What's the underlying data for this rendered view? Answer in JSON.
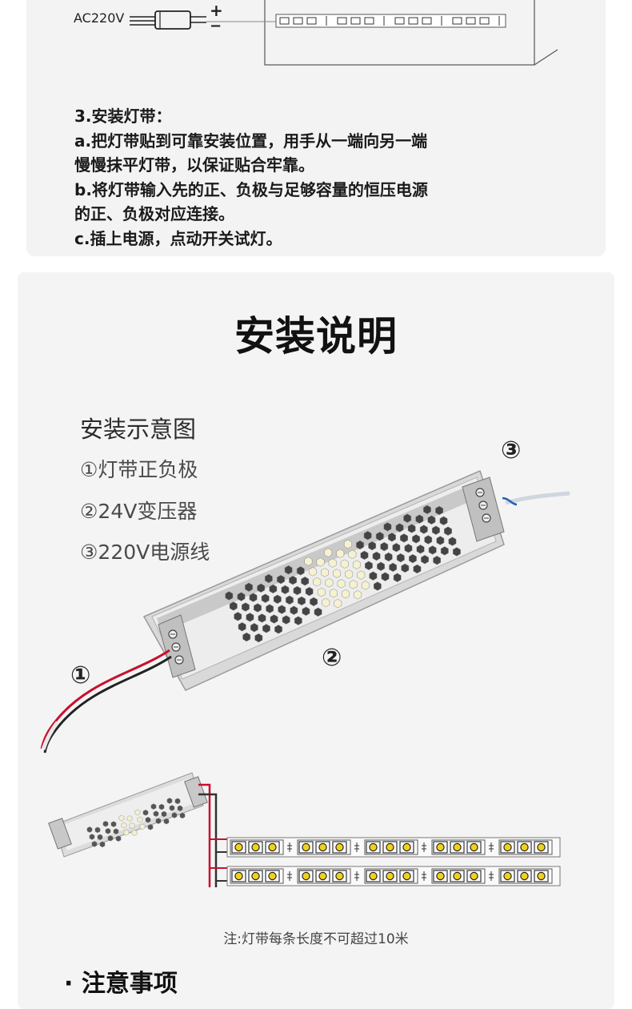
{
  "wiring": {
    "ac_label": "AC220V",
    "plus": "+",
    "minus": "−"
  },
  "install_steps": {
    "heading": "3.安装灯带：",
    "lines": [
      "a.把灯带贴到可靠安装位置，用手从一端向另一端",
      "慢慢抹平灯带，以保证贴合牢靠。",
      "b.将灯带输入先的正、负极与足够容量的恒压电源",
      "的正、负极对应连接。",
      "c.插上电源，点动开关试灯。"
    ]
  },
  "instructions": {
    "title": "安装说明",
    "diagram_title": "安装示意图",
    "legend": [
      "①灯带正负极",
      "②24V变压器",
      "③220V电源线"
    ],
    "badges": [
      "①",
      "②",
      "③"
    ],
    "note": "注:灯带每条长度不可超过10米",
    "next_section": "· 注意事项"
  },
  "colors": {
    "panel_bg": "#f3f3f3",
    "led_yellow": "#f1d21a",
    "wire_red": "#c8102e",
    "wire_blue": "#2a5fb0"
  }
}
